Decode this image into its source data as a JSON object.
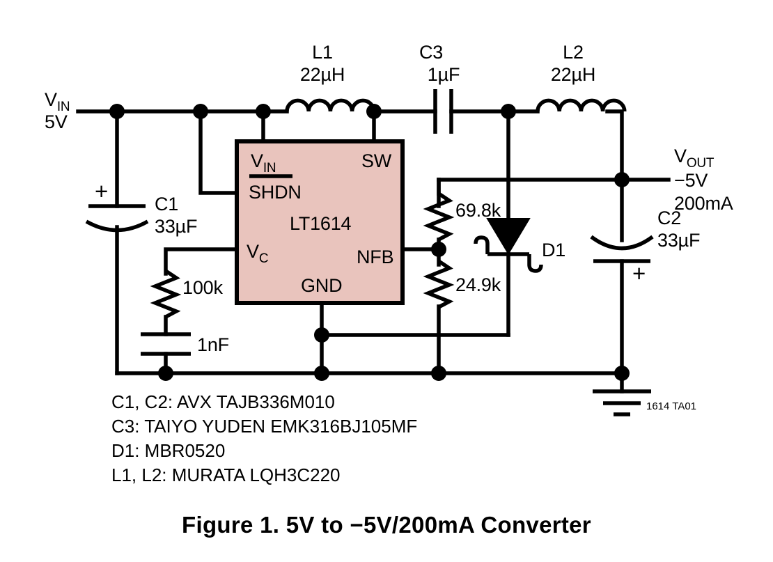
{
  "figure": {
    "caption": "Figure 1. 5V to −5V/200mA Converter",
    "doc_code": "1614 TA01"
  },
  "ic": {
    "part": "LT1614",
    "fill_color": "#e9c4bd",
    "pins": {
      "vin": "V",
      "vin_sub": "IN",
      "shdn": "SHDN",
      "sw": "SW",
      "vc": "V",
      "vc_sub": "C",
      "nfb": "NFB",
      "gnd": "GND"
    }
  },
  "terminals": {
    "input": {
      "name": "V",
      "name_sub": "IN",
      "value": "5V"
    },
    "output": {
      "name": "V",
      "name_sub": "OUT",
      "value": "−5V",
      "current": "200mA"
    }
  },
  "components": [
    {
      "ref": "C1",
      "value": "33µF",
      "type": "capacitor-polarized",
      "polarity": "+"
    },
    {
      "ref": "C2",
      "value": "33µF",
      "type": "capacitor-polarized",
      "polarity": "+"
    },
    {
      "ref": "C3",
      "value": "1µF",
      "type": "capacitor-ceramic"
    },
    {
      "ref": "L1",
      "value": "22µH",
      "type": "inductor"
    },
    {
      "ref": "L2",
      "value": "22µH",
      "type": "inductor"
    },
    {
      "ref": "D1",
      "value": "",
      "type": "diode-schottky"
    },
    {
      "ref": "R_top",
      "value": "69.8k",
      "type": "resistor"
    },
    {
      "ref": "R_bot",
      "value": "24.9k",
      "type": "resistor"
    },
    {
      "ref": "R_comp",
      "value": "100k",
      "type": "resistor"
    },
    {
      "ref": "C_comp",
      "value": "1nF",
      "type": "capacitor-ceramic"
    }
  ],
  "labels": {
    "c1_ref": "C1",
    "c1_val": "33µF",
    "c1_plus": "+",
    "c2_ref": "C2",
    "c2_val": "33µF",
    "c2_plus": "+",
    "c3_ref": "C3",
    "c3_val": "1µF",
    "l1_ref": "L1",
    "l1_val": "22µH",
    "l2_ref": "L2",
    "l2_val": "22µH",
    "d1_ref": "D1",
    "r_top": "69.8k",
    "r_bot": "24.9k",
    "r_comp": "100k",
    "c_comp": "1nF"
  },
  "bom": {
    "lines": [
      "C1, C2: AVX TAJB336M010",
      "C3: TAIYO YUDEN EMK316BJ105MF",
      "D1: MBR0520",
      "L1, L2: MURATA LQH3C220"
    ]
  }
}
